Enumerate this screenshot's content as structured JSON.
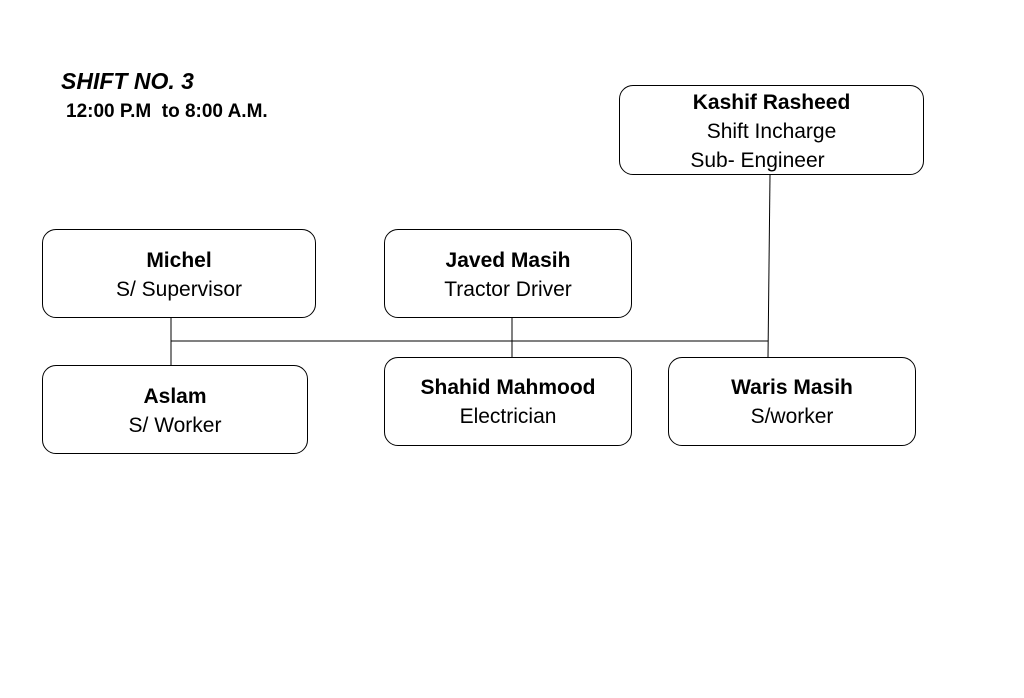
{
  "header": {
    "title": "SHIFT NO. 3",
    "time": "12:00 P.M  to 8:00 A.M."
  },
  "colors": {
    "line": "#000000",
    "background": "#ffffff"
  },
  "nodes": {
    "kashif": {
      "name": "Kashif Rasheed",
      "role1": "Shift Incharge",
      "role2": "Sub- Engineer"
    },
    "michel": {
      "name": "Michel",
      "role": "S/ Supervisor"
    },
    "javed": {
      "name": "Javed Masih",
      "role": "Tractor Driver"
    },
    "aslam": {
      "name": "Aslam",
      "role": "S/ Worker"
    },
    "shahid": {
      "name": "Shahid Mahmood",
      "role": "Electrician"
    },
    "waris": {
      "name": "Waris Masih",
      "role": "S/worker"
    }
  },
  "connections": [
    [
      "kashif",
      "waris"
    ],
    [
      "michel",
      "aslam"
    ],
    [
      "javed",
      "shahid"
    ],
    [
      "michel",
      "javed"
    ],
    [
      "javed",
      "kashif"
    ]
  ]
}
